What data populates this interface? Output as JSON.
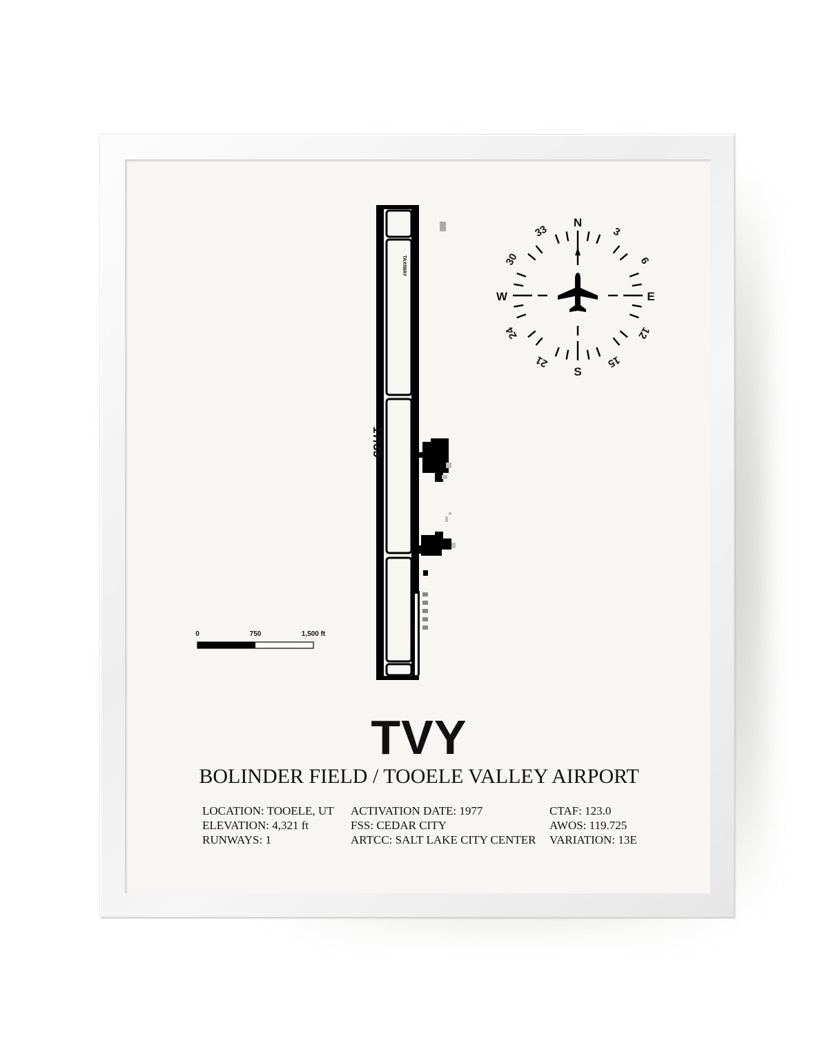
{
  "poster": {
    "airport_code": "TVY",
    "airport_name": "BOLINDER FIELD / TOOELE VALLEY AIRPORT",
    "info": {
      "col1": [
        "LOCATION: TOOELE, UT",
        "ELEVATION: 4,321 ft",
        "RUNWAYS: 1"
      ],
      "col2": [
        "ACTIVATION DATE: 1977",
        "FSS: CEDAR CITY",
        "ARTCC: SALT LAKE CITY CENTER"
      ],
      "col3": [
        "CTAF: 123.0",
        "AWOS: 119.725",
        "VARIATION: 13E"
      ]
    }
  },
  "diagram": {
    "runway_label": "17/35",
    "taxiway_label": "TAXIWAY",
    "scale_labels": [
      "0",
      "750",
      "1,500 ft"
    ]
  },
  "compass": {
    "cardinals": {
      "north": "N",
      "east": "E",
      "south": "S",
      "west": "W"
    },
    "headings": {
      "h3": "3",
      "h6": "6",
      "h12": "12",
      "h15": "15",
      "h21": "21",
      "h24": "24",
      "h30": "30",
      "h33": "33"
    }
  },
  "colors": {
    "paper": "#f8f6f3",
    "ink": "#000000",
    "frame": "#f2f2f2"
  }
}
